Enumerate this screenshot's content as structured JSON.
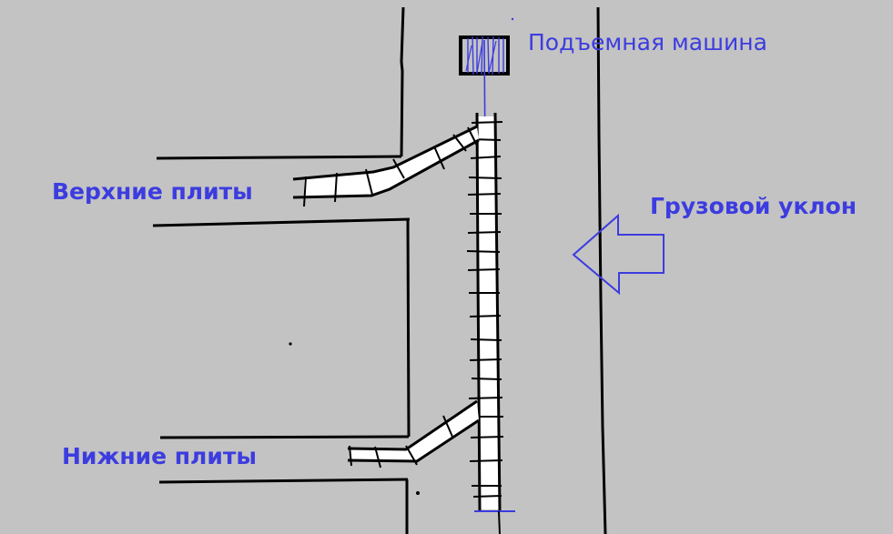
{
  "labels": {
    "hoist": "Подъемная машина",
    "upper_plates": "Верхние плиты",
    "cargo_slope": "Грузовой уклон",
    "lower_plates": "Нижние плиты"
  },
  "colors": {
    "background": "#c3c3c3",
    "ink": "#000000",
    "label": "#3c3ce0",
    "conveyor_fill": "#ffffff"
  }
}
